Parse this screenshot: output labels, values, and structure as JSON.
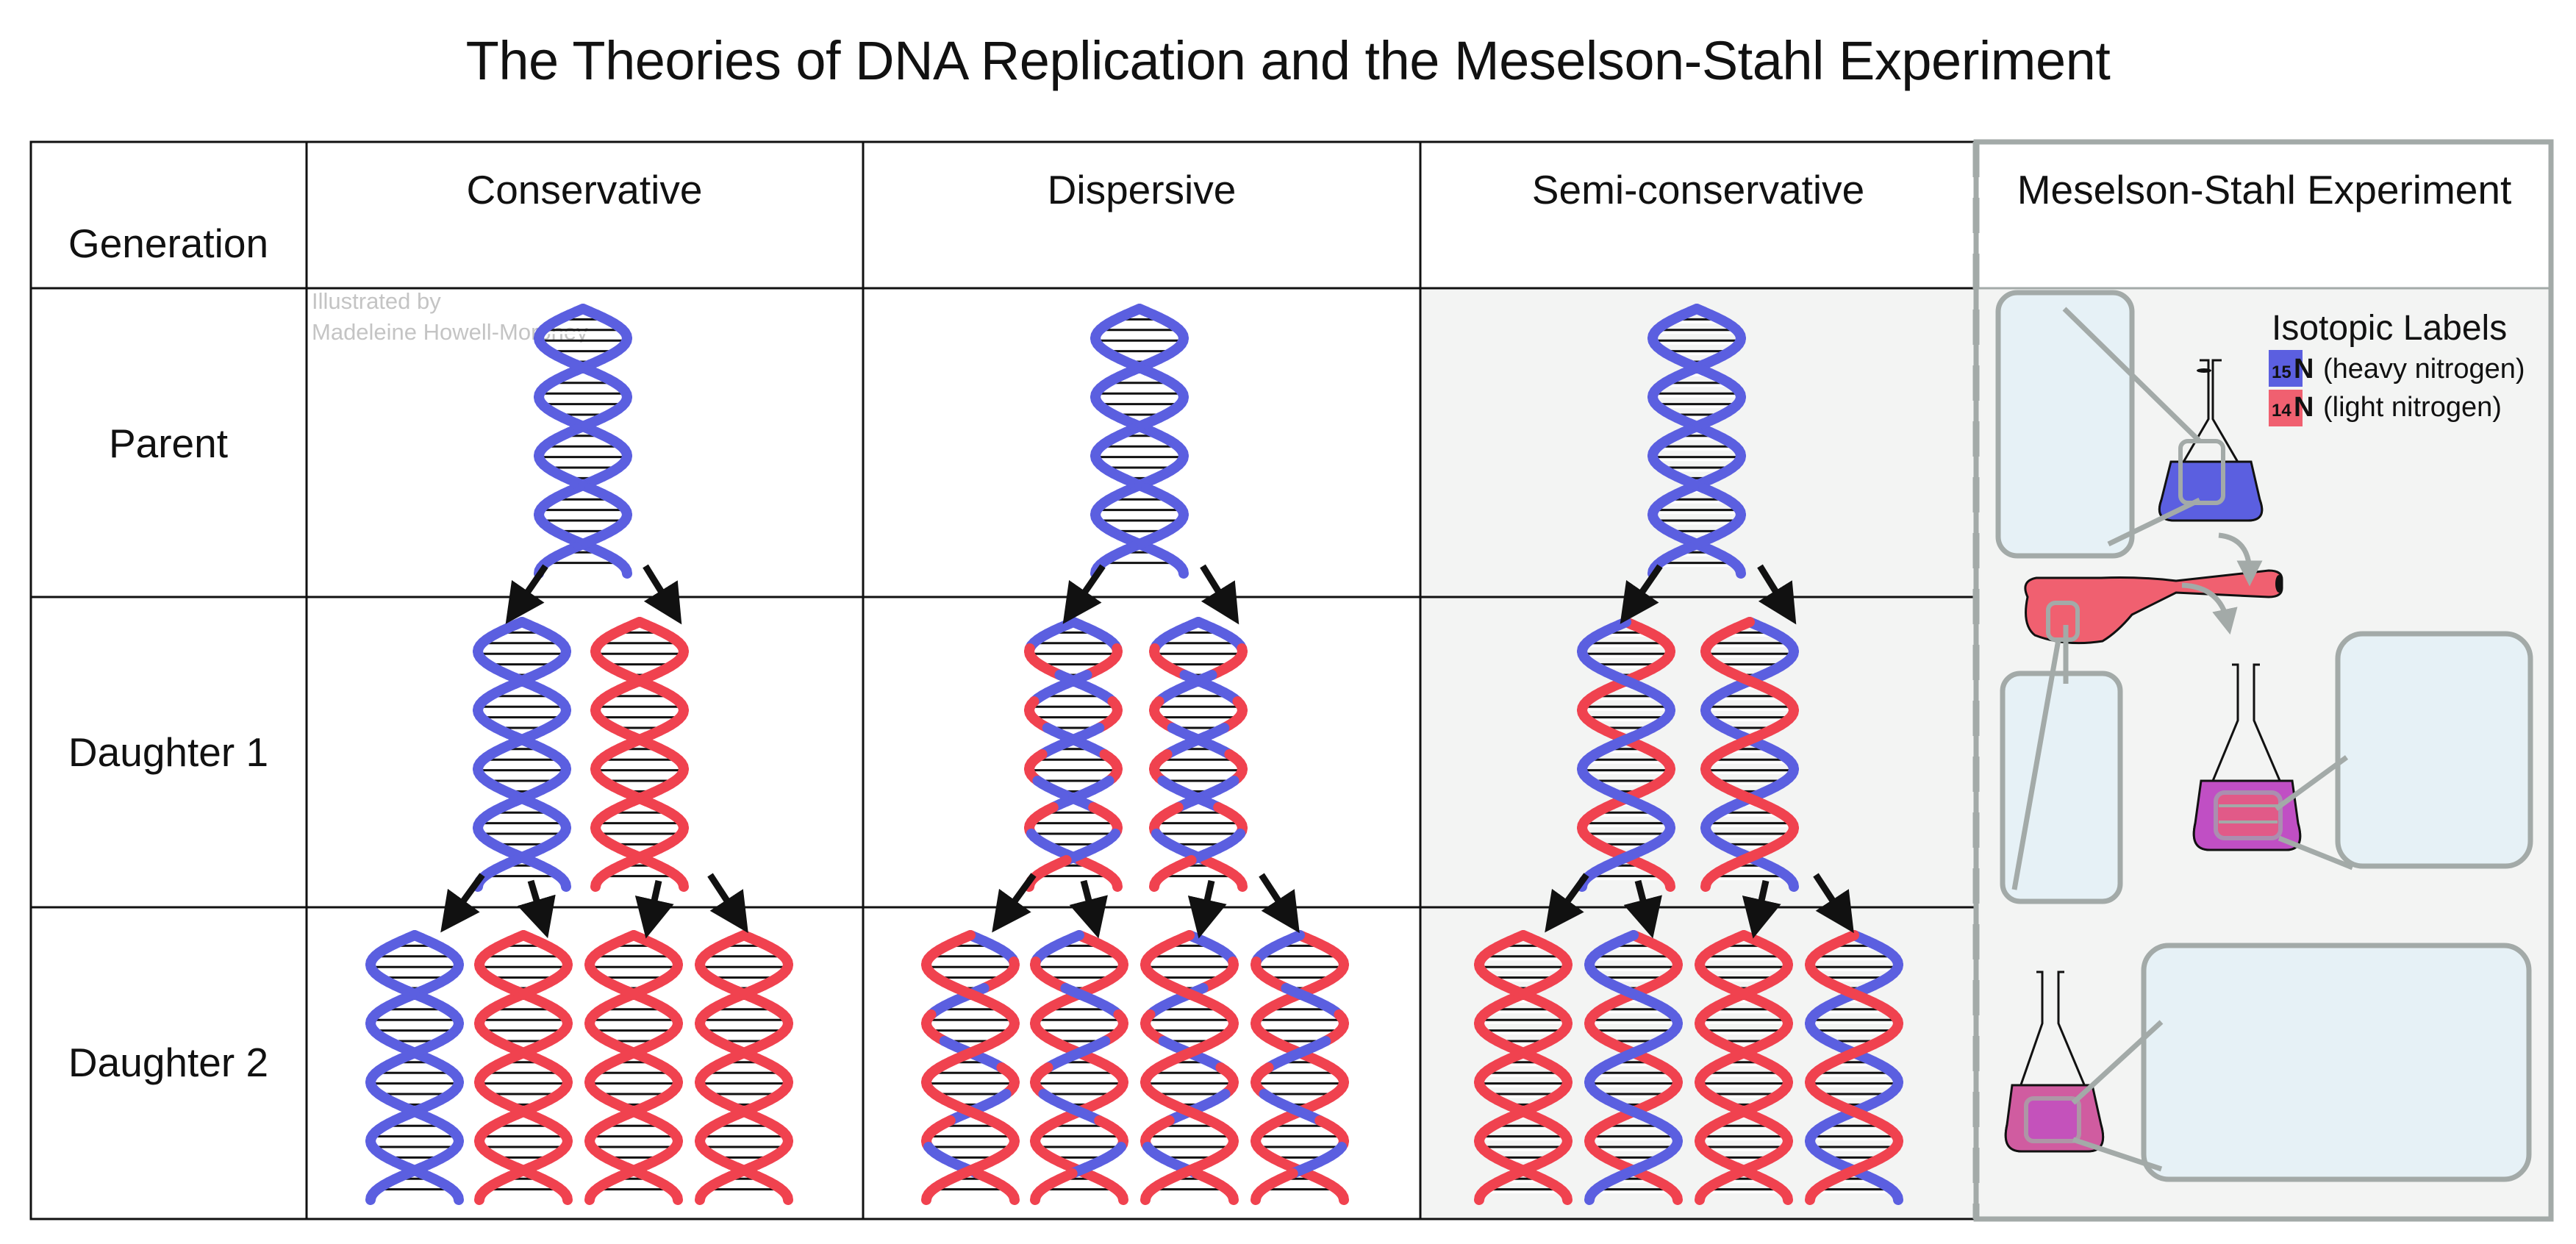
{
  "title": "The Theories of DNA Replication and the Meselson-Stahl Experiment",
  "headers": {
    "generation": "Generation",
    "conservative": "Conservative",
    "dispersive": "Dispersive",
    "semi": "Semi-conservative",
    "meselson": "Meselson-Stahl Experiment"
  },
  "rows": {
    "parent": "Parent",
    "daughter1": "Daughter 1",
    "daughter2": "Daughter 2"
  },
  "credit": {
    "line1": "Illustrated by",
    "line2": "Madeleine Howell-Moroney"
  },
  "legend": {
    "title": "Isotopic Labels",
    "heavy_mass": "15",
    "heavy_symbol": "N",
    "heavy_desc": "(heavy nitrogen)",
    "light_mass": "14",
    "light_symbol": "N",
    "light_desc": "(light nitrogen)"
  },
  "colors": {
    "heavy": "#5b5fe0",
    "light": "#f0424f",
    "mixed": "#c04fc4",
    "flask_heavy": "#5b5fe0",
    "flask_light": "#f06070",
    "panel_shade": "#f3f4f3",
    "inset_fill": "#e6f1f6",
    "grey_frame": "#a3aaa8"
  }
}
